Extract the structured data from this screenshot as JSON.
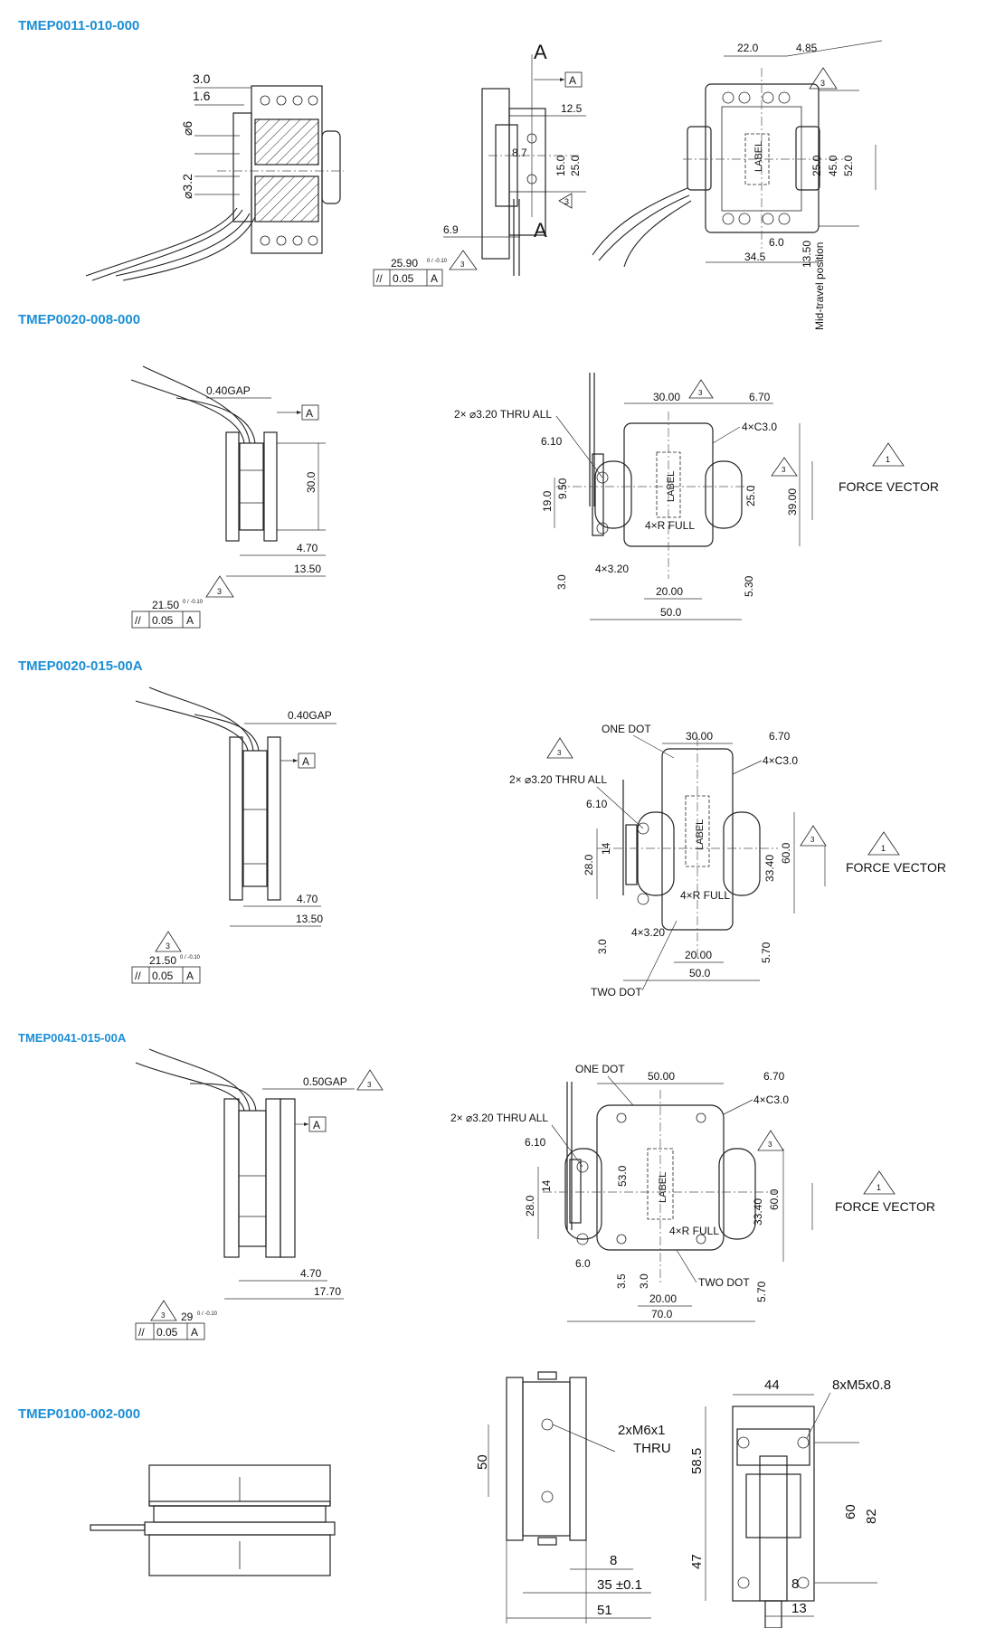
{
  "drawings": [
    {
      "id": "TMEP0011-010-000",
      "title": "TMEP0011-010-000",
      "side": {
        "d30": "3.0",
        "d16": "1.6",
        "phi6": "⌀6",
        "phi32": "⌀3.2"
      },
      "mid": {
        "A": "A",
        "datum": "A",
        "d125": "12.5",
        "d87": "8.7",
        "d150": "15.0",
        "d250": "25.0",
        "d69": "6.9",
        "d2590": "25.90",
        "tol": "0 / -0.10",
        "par": "//",
        "parval": "0.05",
        "parref": "A",
        "tri": "3"
      },
      "front": {
        "d220": "22.0",
        "d485": "4.85",
        "label": "LABEL",
        "d250": "25.0",
        "d450": "45.0",
        "d520": "52.0",
        "d60": "6.0",
        "d345": "34.5",
        "d1350": "13.50",
        "midtravel": "Mid-travel position",
        "tri": "3"
      }
    },
    {
      "id": "TMEP0020-008-000",
      "title": "TMEP0020-008-000",
      "side": {
        "gap": "0.40GAP",
        "datum": "A",
        "d300": "30.0",
        "d470": "4.70",
        "d1350": "13.50",
        "d2150": "21.50",
        "tol": "0 / -0.10",
        "par": "//",
        "parval": "0.05",
        "parref": "A",
        "tri": "3"
      },
      "front": {
        "d3000": "30.00",
        "d670": "6.70",
        "holes": "2× ⌀3.20 THRU ALL",
        "chamfer": "4×C3.0",
        "d610": "6.10",
        "d950": "9.50",
        "d190": "19.0",
        "label": "LABEL",
        "rfull": "4×R FULL",
        "d250": "25.0",
        "d3900": "39.00",
        "d30": "3.0",
        "slots": "4×3.20",
        "d2000": "20.00",
        "d500": "50.0",
        "d530": "5.30",
        "force": "FORCE VECTOR",
        "tri": "3",
        "tri1": "1"
      }
    },
    {
      "id": "TMEP0020-015-00A",
      "title": "TMEP0020-015-00A",
      "side": {
        "gap": "0.40GAP",
        "datum": "A",
        "d470": "4.70",
        "d1350": "13.50",
        "d2150": "21.50",
        "tol": "0 / -0.10",
        "par": "//",
        "parval": "0.05",
        "parref": "A",
        "tri": "3"
      },
      "front": {
        "onedot": "ONE DOT",
        "twodot": "TWO DOT",
        "d3000": "30.00",
        "d670": "6.70",
        "chamfer": "4×C3.0",
        "holes": "2× ⌀3.20 THRU ALL",
        "d610": "6.10",
        "d14": "14",
        "d280": "28.0",
        "label": "LABEL",
        "d3340": "33.40",
        "d600": "60.0",
        "rfull": "4×R FULL",
        "d30": "3.0",
        "slots": "4×3.20",
        "d2000": "20.00",
        "d500": "50.0",
        "d570": "5.70",
        "force": "FORCE VECTOR",
        "tri": "3",
        "tri1": "1"
      }
    },
    {
      "id": "TMEP0041-015-00A",
      "title": "TMEP0041-015-00A",
      "side": {
        "gap": "0.50GAP",
        "datum": "A",
        "d470": "4.70",
        "d1770": "17.70",
        "d29": "29",
        "tol": "0 / -0.10",
        "par": "//",
        "parval": "0.05",
        "parref": "A",
        "tri": "3"
      },
      "front": {
        "onedot": "ONE DOT",
        "twodot": "TWO DOT",
        "d5000": "50.00",
        "d670": "6.70",
        "chamfer": "4×C3.0",
        "holes": "2× ⌀3.20 THRU ALL",
        "d610": "6.10",
        "d14": "14",
        "d280": "28.0",
        "d530": "53.0",
        "label": "LABEL",
        "d3340": "33.40",
        "d600": "60.0",
        "rfull": "4×R FULL",
        "d60": "6.0",
        "d35": "3.5",
        "d30": "3.0",
        "d2000": "20.00",
        "d700": "70.0",
        "d570": "5.70",
        "force": "FORCE VECTOR",
        "tri": "3",
        "tri1": "1"
      }
    },
    {
      "id": "TMEP0100-002-000",
      "title": "TMEP0100-002-000",
      "mid": {
        "d50": "50",
        "thread": "2xM6x1",
        "thru": "THRU",
        "d8": "8",
        "d35": "35 ±0.1",
        "d51": "51"
      },
      "front": {
        "d44": "44",
        "thread": "8xM5x0.8",
        "d585": "58.5",
        "d47": "47",
        "d60": "60",
        "d82": "82",
        "d8": "8",
        "d13": "13"
      }
    }
  ]
}
